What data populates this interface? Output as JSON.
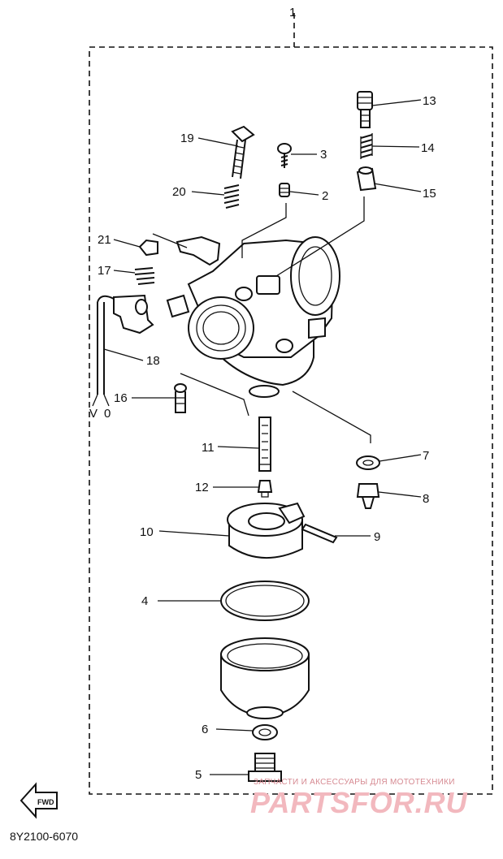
{
  "callouts": {
    "c1": "1",
    "c2": "2",
    "c3": "3",
    "c4": "4",
    "c5": "5",
    "c6": "6",
    "c7": "7",
    "c8": "8",
    "c9": "9",
    "c10": "10",
    "c11": "11",
    "c12": "12",
    "c13": "13",
    "c14": "14",
    "c15": "15",
    "c16": "16",
    "c17": "17",
    "c18": "18",
    "c19": "19",
    "c20": "20",
    "c21": "21"
  },
  "fwd_label": "FWD",
  "wire_labels": {
    "left": "V",
    "right": "0"
  },
  "diagram_code": "8Y2100-6070",
  "watermark": {
    "small": "ЗАПЧАСТИ И АКСЕССУАРЫ ДЛЯ МОТОТЕХНИКИ",
    "logo": "PARTSFOR.RU"
  }
}
